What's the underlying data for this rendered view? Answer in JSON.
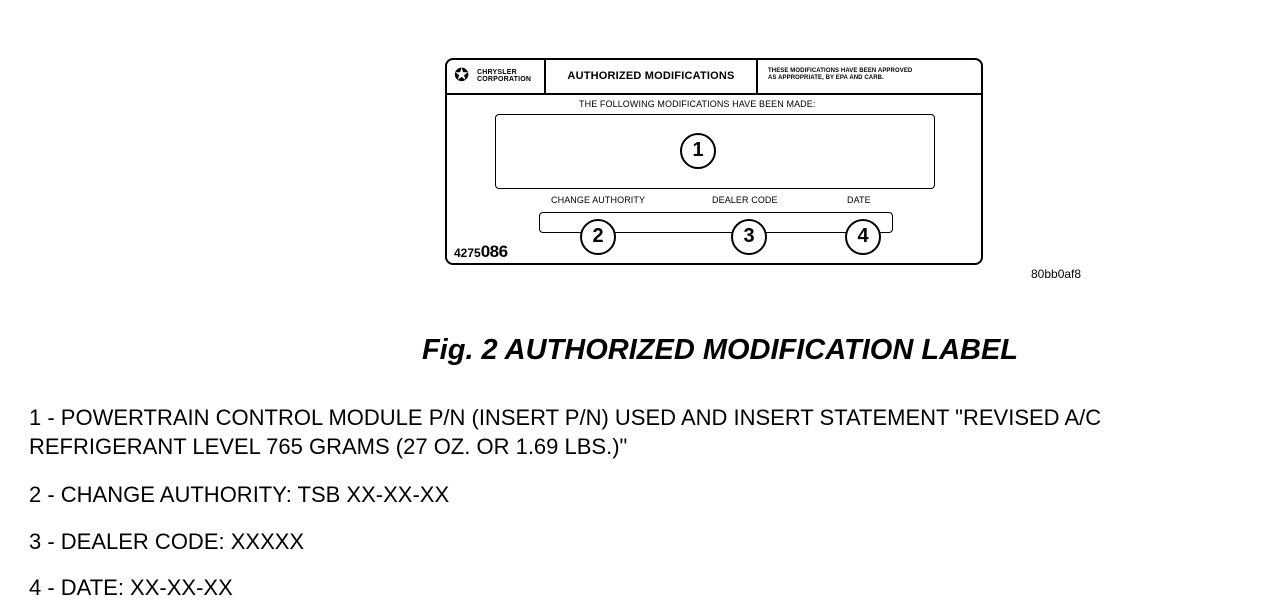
{
  "label": {
    "logo_icon": "pentastar-icon",
    "logo_line1": "CHRYSLER",
    "logo_line2": "CORPORATION",
    "title": "AUTHORIZED MODIFICATIONS",
    "note_line1": "THESE MODIFICATIONS HAVE BEEN APPROVED",
    "note_line2": "AS APPROPRIATE, BY EPA AND CARB.",
    "following_text": "THE FOLLOWING MODIFICATIONS HAVE BEEN MADE:",
    "change_authority": "CHANGE AUTHORITY",
    "dealer_code": "DEALER CODE",
    "date": "DATE",
    "part_number_prefix": "4275",
    "part_number_suffix": "086",
    "callouts": [
      "1",
      "2",
      "3",
      "4"
    ]
  },
  "figure_id": "80bb0af8",
  "caption": "Fig.  2 AUTHORIZED MODIFICATION LABEL",
  "legend": [
    "1 - POWERTRAIN CONTROL MODULE P/N (INSERT P/N) USED AND INSERT STATEMENT \"REVISED A/C REFRIGERANT LEVEL 765 GRAMS (27 OZ. OR 1.69 LBS.)\"",
    "2 - CHANGE AUTHORITY: TSB XX-XX-XX",
    "3 - DEALER CODE: XXXXX",
    "4 - DATE: XX-XX-XX"
  ]
}
